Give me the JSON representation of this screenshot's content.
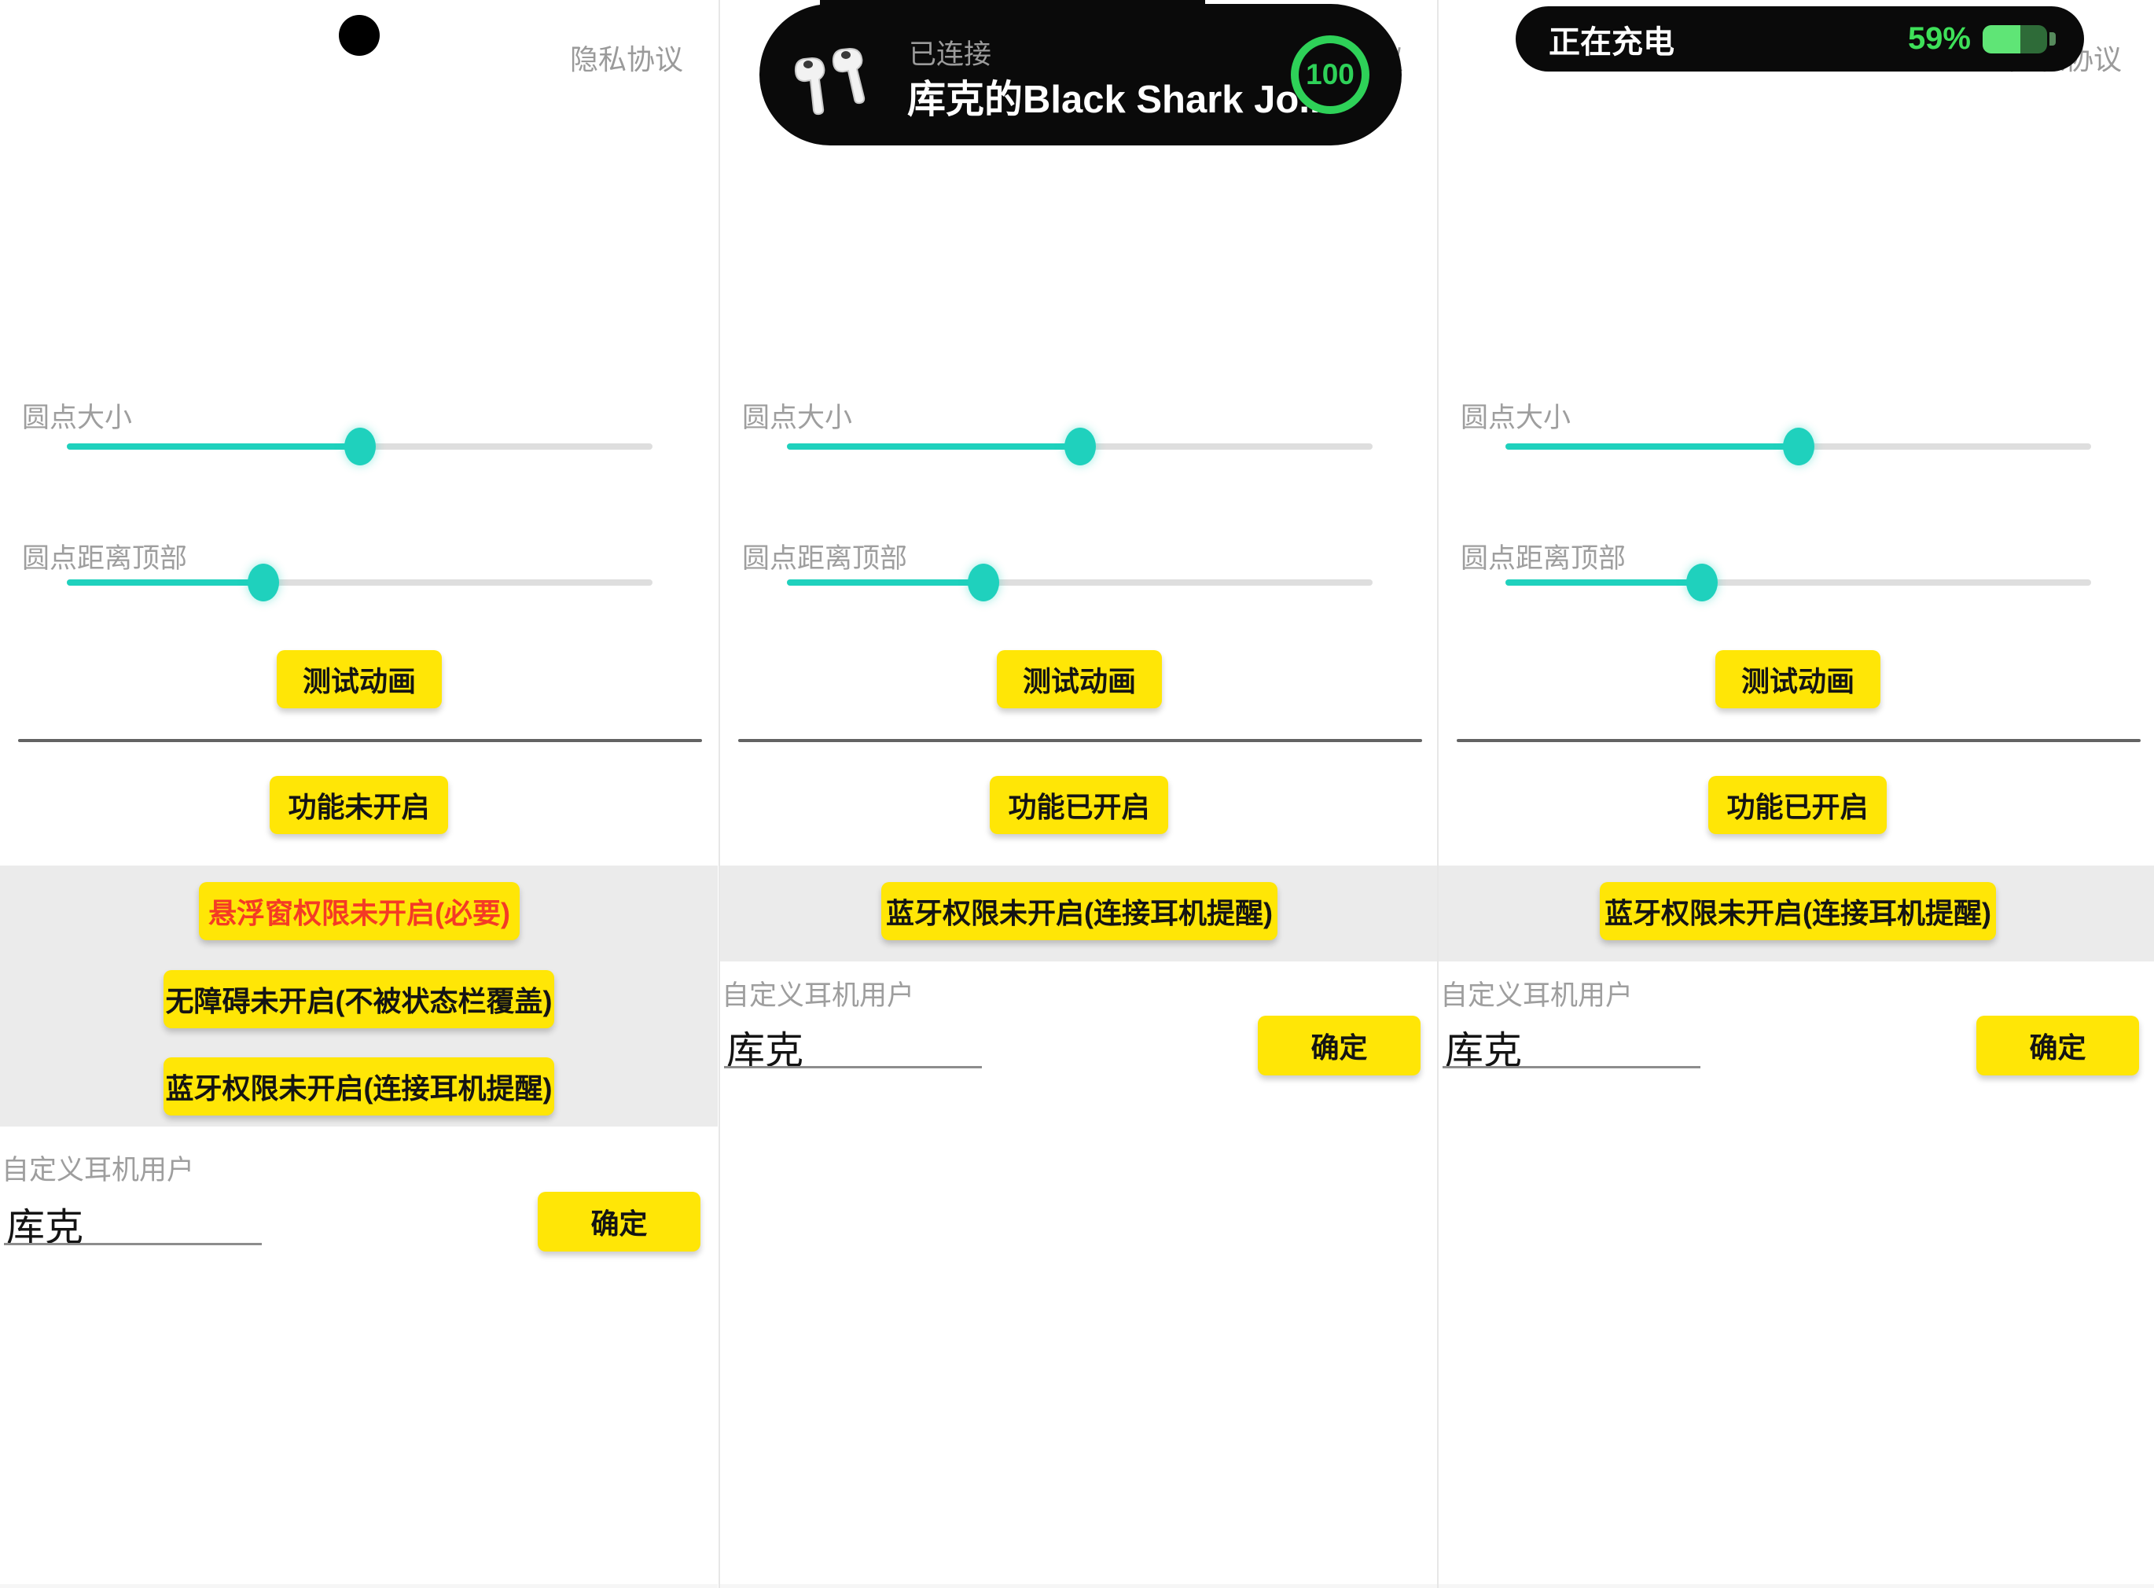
{
  "colors": {
    "accent_yellow": "#ffe606",
    "teal": "#1fd1bd",
    "slider_track": "#dedede",
    "gray_band": "#ebebeb",
    "label_gray": "#9e9e9e",
    "warning_red": "#f43b25",
    "island_black": "#0a0a0a",
    "island_green": "#2ed158",
    "battery_bright_green": "#5fe576",
    "battery_dark_green": "#2e6b38"
  },
  "shared": {
    "privacy_link": "隐私协议",
    "sliders": [
      {
        "label": "圆点大小",
        "value": 50
      },
      {
        "label": "圆点距离顶部",
        "value": 33.5
      }
    ],
    "test_button": "测试动画",
    "custom_user": {
      "label": "自定义耳机用户",
      "value": "库克",
      "confirm": "确定"
    }
  },
  "panels": [
    {
      "state": "dot-idle",
      "feature_button": "功能未开启",
      "permissions": [
        "悬浮窗权限未开启(必要)",
        "无障碍未开启(不被状态栏覆盖)",
        "蓝牙权限未开启(连接耳机提醒)"
      ]
    },
    {
      "state": "headphones-connected",
      "island": {
        "status": "已连接",
        "device": "库克的Black Shark Jo...",
        "battery": "100"
      },
      "feature_button": "功能已开启",
      "permissions": [
        "蓝牙权限未开启(连接耳机提醒)"
      ]
    },
    {
      "state": "charging",
      "island": {
        "status": "正在充电",
        "percent": "59%",
        "battery_level": 59
      },
      "feature_button": "功能已开启",
      "permissions": [
        "蓝牙权限未开启(连接耳机提醒)"
      ]
    }
  ]
}
